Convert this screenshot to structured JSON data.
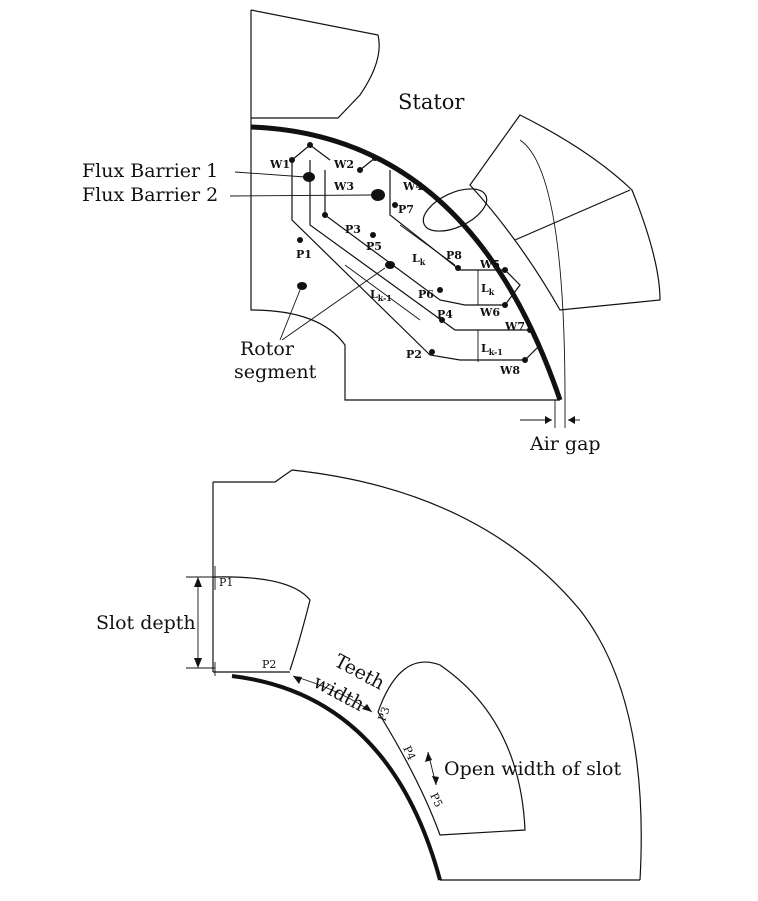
{
  "top_diagram": {
    "stator_label": "Stator",
    "flux_barrier_1": "Flux Barrier 1",
    "flux_barrier_2": "Flux Barrier 2",
    "rotor_segment_line1": "Rotor",
    "rotor_segment_line2": "segment",
    "air_gap": "Air gap",
    "points": [
      "P1",
      "P2",
      "P3",
      "P4",
      "P5",
      "P6",
      "P7",
      "P8"
    ],
    "widths": [
      "W1",
      "W2",
      "W3",
      "W4",
      "W5",
      "W6",
      "W7",
      "W8"
    ],
    "lk": "L",
    "lk_sub": "k",
    "lk1": "L",
    "lk1_sub": "k-1"
  },
  "bottom_diagram": {
    "slot_depth": "Slot depth",
    "teeth_width_line1": "Teeth",
    "teeth_width_line2": "width",
    "open_width": "Open width of slot",
    "points": [
      "P1",
      "P2",
      "P3",
      "P4",
      "P5"
    ]
  }
}
